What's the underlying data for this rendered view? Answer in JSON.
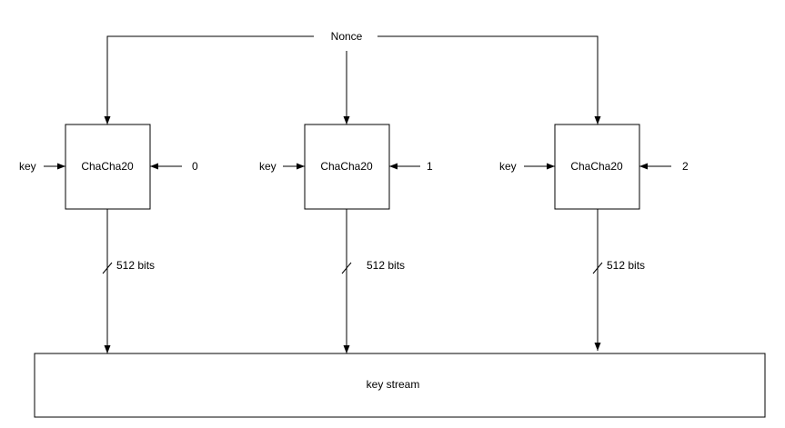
{
  "nonce": {
    "label": "Nonce"
  },
  "blocks": [
    {
      "label": "ChaCha20",
      "key_label": "key",
      "counter": "0",
      "output_label": "512 bits"
    },
    {
      "label": "ChaCha20",
      "key_label": "key",
      "counter": "1",
      "output_label": "512 bits"
    },
    {
      "label": "ChaCha20",
      "key_label": "key",
      "counter": "2",
      "output_label": "512 bits"
    }
  ],
  "keystream": {
    "label": "key stream"
  }
}
